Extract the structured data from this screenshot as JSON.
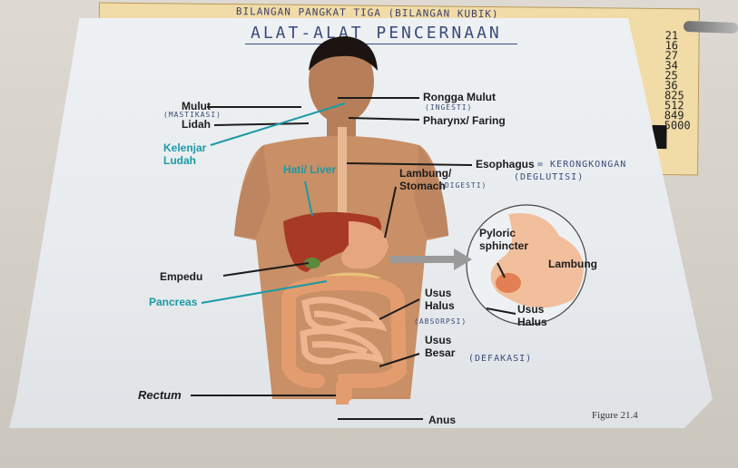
{
  "background_poster": {
    "title": "BILANGAN PANGKAT TIGA (BILANGAN KUBIK)",
    "cube_values": "21\n16\n27\n34\n25\n36\n825\n512\n849\n5000"
  },
  "poster": {
    "handwritten_title": "ALAT-ALAT PENCERNAAN",
    "figure_label": "Figure 21.4"
  },
  "labels": {
    "mulut": "Mulut",
    "mulut_note": "(MASTIKASI)",
    "lidah": "Lidah",
    "kelenjar_ludah": "Kelenjar\nLudah",
    "rongga_mulut": "Rongga Mulut",
    "rongga_note": "(INGESTI)",
    "pharynx": "Pharynx/ Faring",
    "hati": "Hati/ Liver",
    "esophagus": "Esophagus",
    "esophagus_note": "= KERONGKONGAN",
    "esophagus_note2": "(DEGLUTISI)",
    "lambung_stomach": "Lambung/\nStomach",
    "stomach_note": "(DIGESTI)",
    "pyloric": "Pyloric\nsphincter",
    "lambung": "Lambung",
    "empedu": "Empedu",
    "pancreas": "Pancreas",
    "usus_halus": "Usus\nHalus",
    "usus_halus_note": "(ABSORPSI)",
    "usus_halus_inset": "Usus\nHalus",
    "usus_besar": "Usus\nBesar",
    "usus_besar_note": "(DEFAKASI)",
    "rectum": "Rectum",
    "anus": "Anus"
  },
  "colors": {
    "label_dark": "#1c1c1c",
    "label_teal": "#1b9aa5",
    "handwriting": "#3a4b7b",
    "skin": "#c98f66",
    "liver": "#a83a25",
    "intestine": "#e7a77a"
  }
}
